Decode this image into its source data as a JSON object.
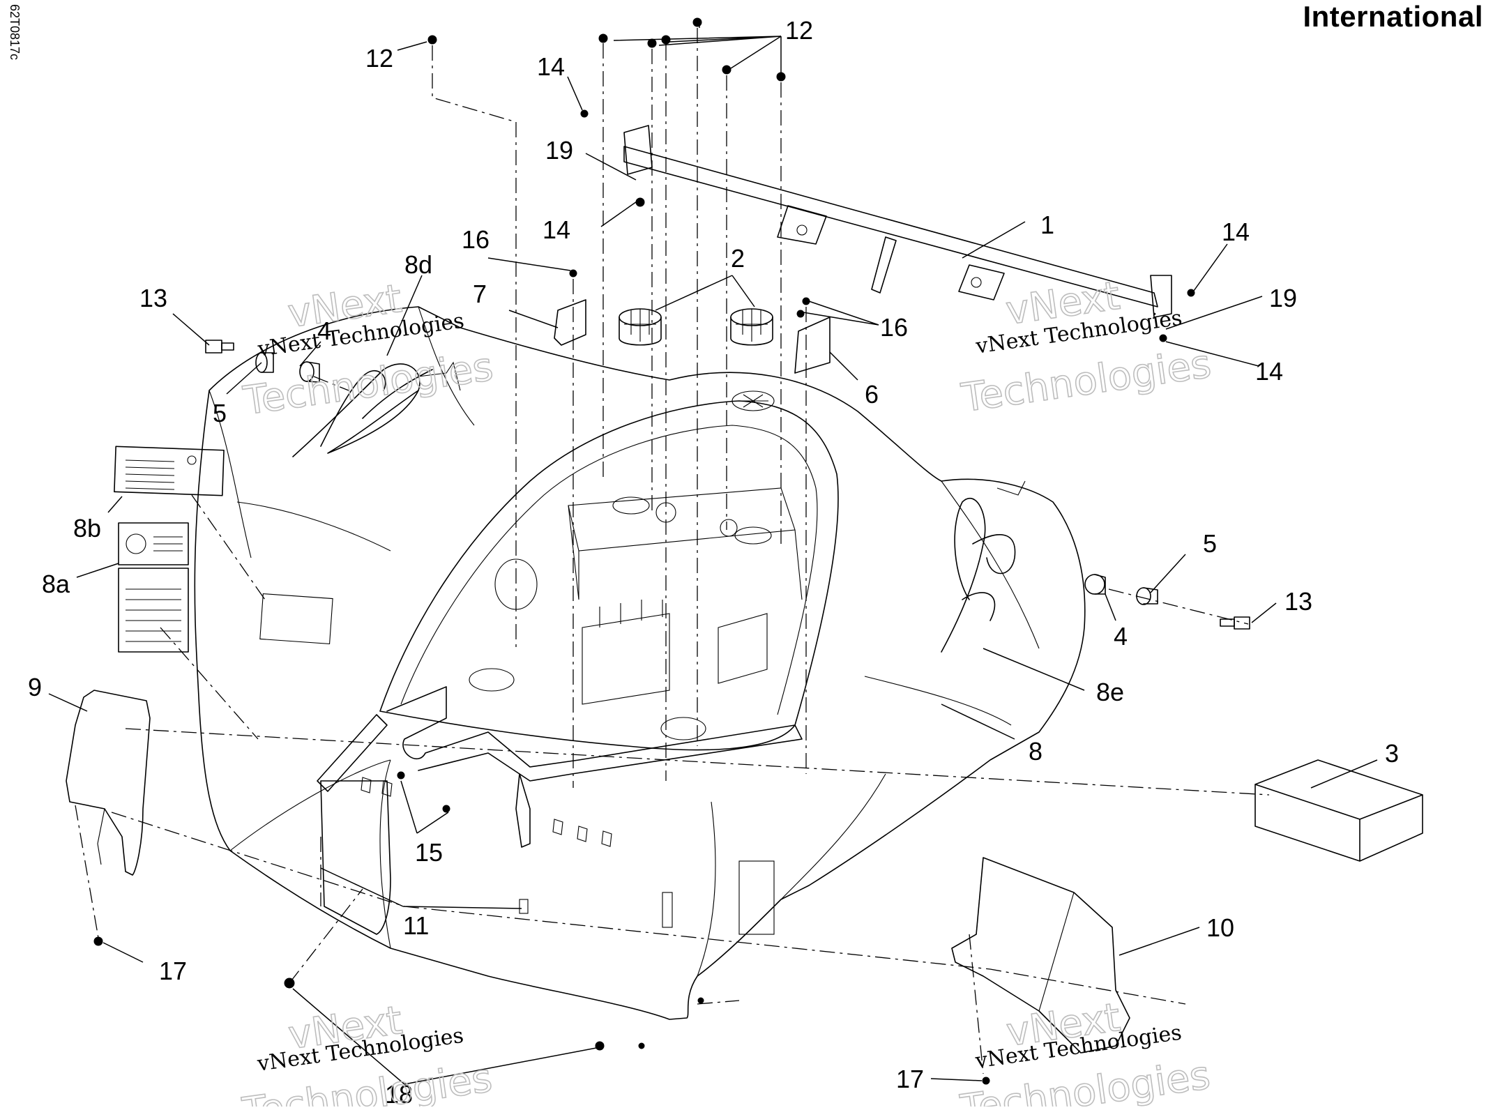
{
  "header": {
    "region": "International",
    "drawing_code": "62T0817c"
  },
  "watermark": {
    "line1": "vNext Technologies",
    "line2": "vNext",
    "line3": "Technologies"
  },
  "callouts": [
    {
      "id": "c-12-top",
      "label": "12"
    },
    {
      "id": "c-12-left",
      "label": "12"
    },
    {
      "id": "c-14-top",
      "label": "14"
    },
    {
      "id": "c-19-top",
      "label": "19"
    },
    {
      "id": "c-14-mid",
      "label": "14"
    },
    {
      "id": "c-1",
      "label": "1"
    },
    {
      "id": "c-14-right",
      "label": "14"
    },
    {
      "id": "c-19-right",
      "label": "19"
    },
    {
      "id": "c-14-right2",
      "label": "14"
    },
    {
      "id": "c-2",
      "label": "2"
    },
    {
      "id": "c-16-left",
      "label": "16"
    },
    {
      "id": "c-16-right",
      "label": "16"
    },
    {
      "id": "c-6",
      "label": "6"
    },
    {
      "id": "c-7",
      "label": "7"
    },
    {
      "id": "c-8d",
      "label": "8d"
    },
    {
      "id": "c-13-left",
      "label": "13"
    },
    {
      "id": "c-4-left",
      "label": "4"
    },
    {
      "id": "c-5-left",
      "label": "5"
    },
    {
      "id": "c-8b",
      "label": "8b"
    },
    {
      "id": "c-8a",
      "label": "8a"
    },
    {
      "id": "c-9",
      "label": "9"
    },
    {
      "id": "c-5-right",
      "label": "5"
    },
    {
      "id": "c-13-right",
      "label": "13"
    },
    {
      "id": "c-4-right",
      "label": "4"
    },
    {
      "id": "c-8e",
      "label": "8e"
    },
    {
      "id": "c-8",
      "label": "8"
    },
    {
      "id": "c-3",
      "label": "3"
    },
    {
      "id": "c-15",
      "label": "15"
    },
    {
      "id": "c-11",
      "label": "11"
    },
    {
      "id": "c-17-left",
      "label": "17"
    },
    {
      "id": "c-10",
      "label": "10"
    },
    {
      "id": "c-18",
      "label": "18"
    },
    {
      "id": "c-17-right",
      "label": "17"
    }
  ]
}
